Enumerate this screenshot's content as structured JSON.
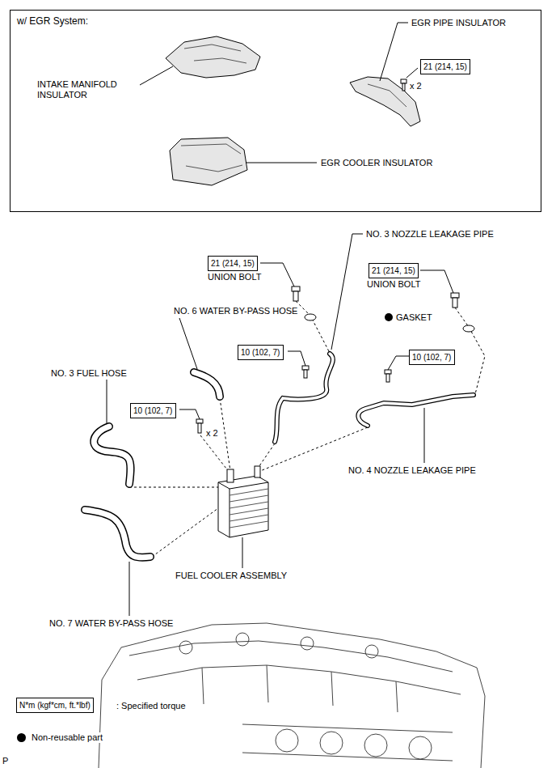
{
  "diagram": {
    "nodes": [
      {
        "text": [
          "w/ EGR System:"
        ]
      },
      {
        "text": [
          "21 (214, 15)"
        ],
        "in": 0
      },
      {
        "text": [
          "21 (214, 15)"
        ]
      },
      {
        "text": [
          "21 (214, 15)"
        ]
      },
      {
        "text": [
          "10 (102, 7)"
        ]
      },
      {
        "text": [
          "10 (102, 7)"
        ]
      },
      {
        "text": [
          "10 (102, 7)"
        ]
      },
      {
        "text": [
          "N*m (kgf*cm, ft.*lbf)"
        ]
      }
    ],
    "labels": [
      "EGR PIPE INSULATOR",
      "INTAKE MANIFOLD INSULATOR",
      "x 2",
      "EGR COOLER INSULATOR",
      "NO. 3 NOZZLE LEAKAGE PIPE",
      "UNION BOLT",
      "UNION BOLT",
      "GASKET",
      "GASKET",
      "NO. 6 WATER BY-PASS HOSE",
      "NO. 3 FUEL HOSE",
      "x 2",
      "NO. 4 NOZZLE LEAKAGE PIPE",
      "FUEL COOLER ASSEMBLY",
      "NO. 7 WATER BY-PASS HOSE",
      "P"
    ],
    "legend": [
      {
        "text": ": Specified torque"
      },
      {
        "text": "Non-reusable part",
        "color": "#000000"
      }
    ]
  }
}
